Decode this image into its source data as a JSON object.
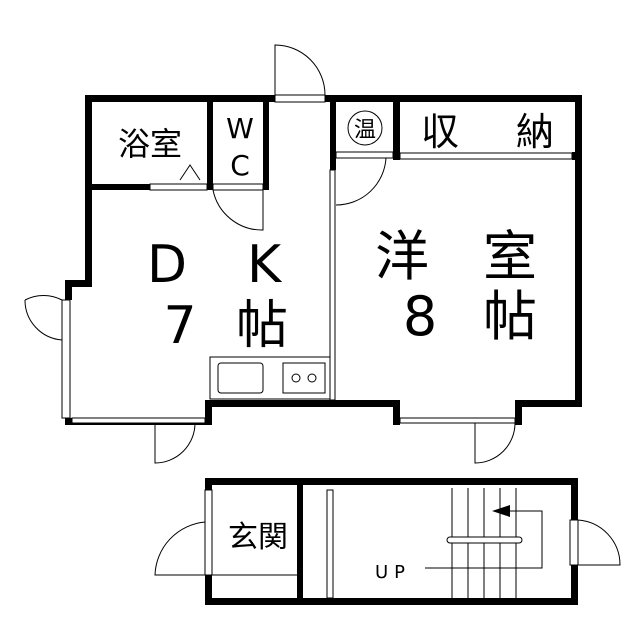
{
  "floorplan": {
    "rooms": {
      "bath": "浴室",
      "wc_w": "W",
      "wc_c": "C",
      "water_heater": "温",
      "storage_1": "収",
      "storage_2": "納",
      "dk_d": "D",
      "dk_k": "K",
      "dk_size_num": "7",
      "dk_size_unit": "帖",
      "western_1": "洋",
      "western_2": "室",
      "western_size_num": "8",
      "western_size_unit": "帖",
      "entrance": "玄関",
      "stairs_label": "UP"
    }
  }
}
